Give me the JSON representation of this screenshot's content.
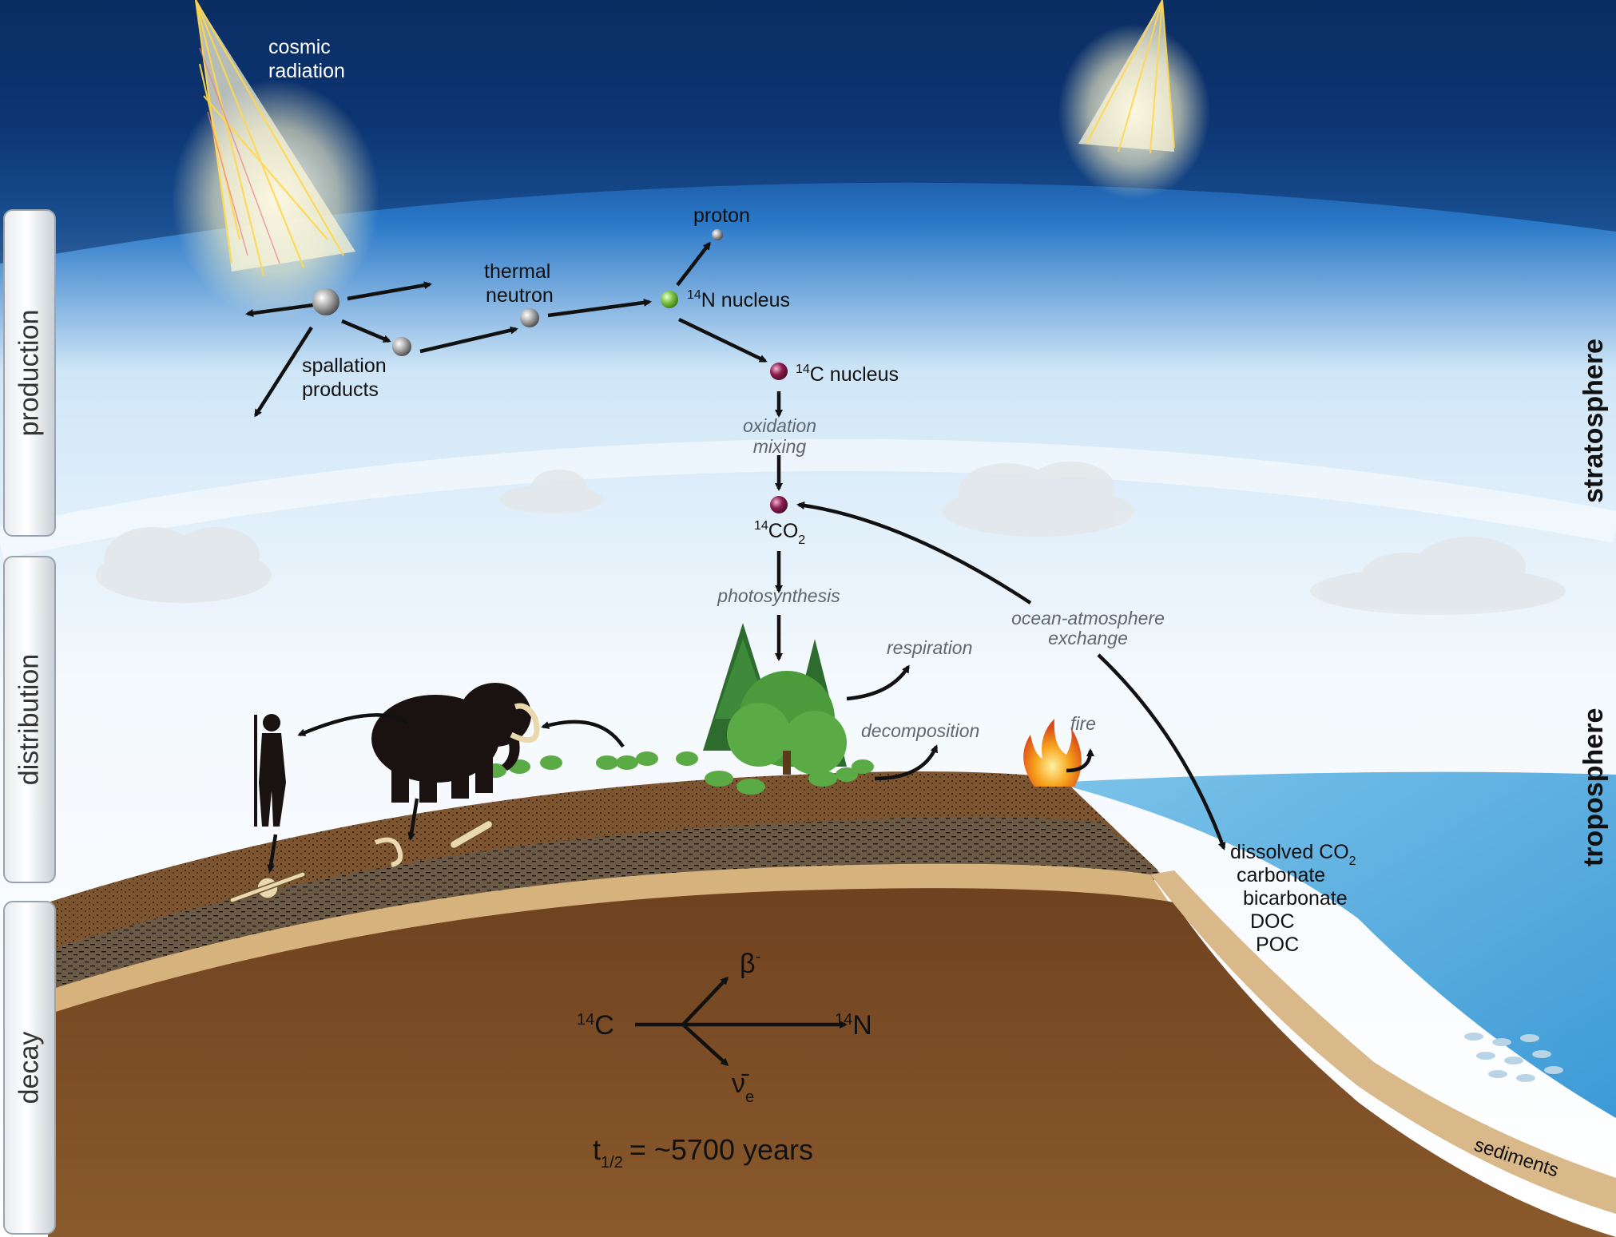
{
  "side_tabs": [
    "production",
    "distribution",
    "decay"
  ],
  "layers": {
    "stratosphere": "stratosphere",
    "troposphere": "troposphere",
    "sediments": "sediments"
  },
  "production": {
    "cosmic_radiation": [
      "cosmic",
      "radiation"
    ],
    "spallation_products": [
      "spallation",
      "products"
    ],
    "thermal_neutron": [
      "thermal",
      "neutron"
    ],
    "proton": "proton",
    "n14_sup": "14",
    "n14_text": "N nucleus",
    "c14_sup": "14",
    "c14_text": "C nucleus"
  },
  "distribution": {
    "oxidation_mixing": [
      "oxidation",
      "mixing"
    ],
    "co2_sup": "14",
    "co2_text": "CO",
    "co2_sub": "2",
    "photosynthesis": "photosynthesis",
    "respiration": "respiration",
    "decomposition": "decomposition",
    "fire": "fire",
    "ocean_exchange": [
      "ocean-atmosphere",
      "exchange"
    ],
    "ocean_species": {
      "dissolved_text": "dissolved CO",
      "dissolved_sub": "2",
      "carbonate": "carbonate",
      "bicarbonate": "bicarbonate",
      "doc": "DOC",
      "poc": "POC"
    }
  },
  "decay": {
    "c14_sup": "14",
    "c14_text": "C",
    "n14_sup": "14",
    "n14_text": "N",
    "beta": "β",
    "beta_sup": "-",
    "nu": "ν̄",
    "nu_sub": "e",
    "half_life_t": "t",
    "half_life_sub": "1/2",
    "half_life_value": "= ~5700 years"
  },
  "colors": {
    "space": "#0b2d63",
    "sky": "#dceefb",
    "soil": "#7a4a22",
    "ocean": "#4aa8dc",
    "n14": "#7cc242",
    "c14": "#8b1e4f"
  }
}
